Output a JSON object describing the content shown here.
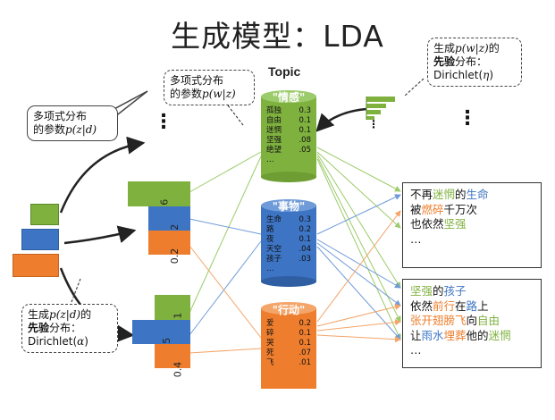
{
  "title": "生成模型：LDA",
  "topic_header": "Topic",
  "callouts": {
    "left_top": {
      "line1": "多项式分布",
      "line2_prefix": "的参数",
      "line2_math": "p(z|d)"
    },
    "mid_top": {
      "line1": "多项式分布",
      "line2_prefix": "的参数",
      "line2_math": "p(w|z)"
    },
    "right_top": {
      "line1_prefix": "生成",
      "line1_math": "p(w|z)",
      "line1_suffix": "的",
      "line2_bold": "先验",
      "line2_rest": "分布：",
      "line3_prefix": "Dirichlet(",
      "line3_math": "η",
      "line3_suffix": ")"
    },
    "left_bottom": {
      "line1_prefix": "生成",
      "line1_math": "p(z|d)",
      "line1_suffix": "的",
      "line2_bold": "先验",
      "line2_rest": "分布：",
      "line3_prefix": "Dirichlet(",
      "line3_math": "α",
      "line3_suffix": ")"
    }
  },
  "ellipsis": "⋮",
  "topics": [
    {
      "name": "\"情感\"",
      "color": "#7fb13f",
      "words": [
        {
          "w": "孤独",
          "p": "0.3"
        },
        {
          "w": "自由",
          "p": "0.1"
        },
        {
          "w": "迷惘",
          "p": "0.1"
        },
        {
          "w": "坚强",
          "p": ".08"
        },
        {
          "w": "绝望",
          "p": ".05"
        },
        {
          "w": "…",
          "p": ""
        }
      ]
    },
    {
      "name": "\"事物\"",
      "color": "#3d74c4",
      "words": [
        {
          "w": "生命",
          "p": "0.3"
        },
        {
          "w": "路",
          "p": "0.2"
        },
        {
          "w": "夜",
          "p": "0.1"
        },
        {
          "w": "天空",
          "p": ".04"
        },
        {
          "w": "孩子",
          "p": ".03"
        },
        {
          "w": "…",
          "p": ""
        }
      ]
    },
    {
      "name": "\"行动\"",
      "color": "#ee7e2d",
      "words": [
        {
          "w": "爱",
          "p": "0.2"
        },
        {
          "w": "碎",
          "p": "0.1"
        },
        {
          "w": "哭",
          "p": "0.1"
        },
        {
          "w": "死",
          "p": ".07"
        },
        {
          "w": "飞",
          "p": ".01"
        }
      ]
    }
  ],
  "doc1_dist": {
    "green": "0.6",
    "blue": "0.2",
    "orange": "0.2"
  },
  "doc2_dist": {
    "green": "0.1",
    "blue": "0.5",
    "orange": "0.4"
  },
  "documents": [
    {
      "lines": [
        [
          {
            "t": "不再"
          },
          {
            "t": "迷惘",
            "c": "green"
          },
          {
            "t": "的"
          },
          {
            "t": "生命",
            "c": "blue"
          }
        ],
        [
          {
            "t": "被"
          },
          {
            "t": "燃碎",
            "c": "orange"
          },
          {
            "t": "千万次"
          }
        ],
        [
          {
            "t": "也依然"
          },
          {
            "t": "坚强",
            "c": "green"
          }
        ],
        [
          {
            "t": "…"
          }
        ]
      ]
    },
    {
      "lines": [
        [
          {
            "t": "坚强",
            "c": "green"
          },
          {
            "t": "的"
          },
          {
            "t": "孩子",
            "c": "blue"
          }
        ],
        [
          {
            "t": "依然"
          },
          {
            "t": "前行",
            "c": "orange"
          },
          {
            "t": "在"
          },
          {
            "t": "路",
            "c": "blue"
          },
          {
            "t": "上"
          }
        ],
        [
          {
            "t": "张开翅膀飞",
            "c": "orange"
          },
          {
            "t": "向"
          },
          {
            "t": "自由",
            "c": "green"
          }
        ],
        [
          {
            "t": "让"
          },
          {
            "t": "雨水",
            "c": "blue"
          },
          {
            "t": "埋葬",
            "c": "orange"
          },
          {
            "t": "他的"
          },
          {
            "t": "迷惘",
            "c": "green"
          }
        ],
        [
          {
            "t": "…"
          }
        ]
      ]
    }
  ]
}
